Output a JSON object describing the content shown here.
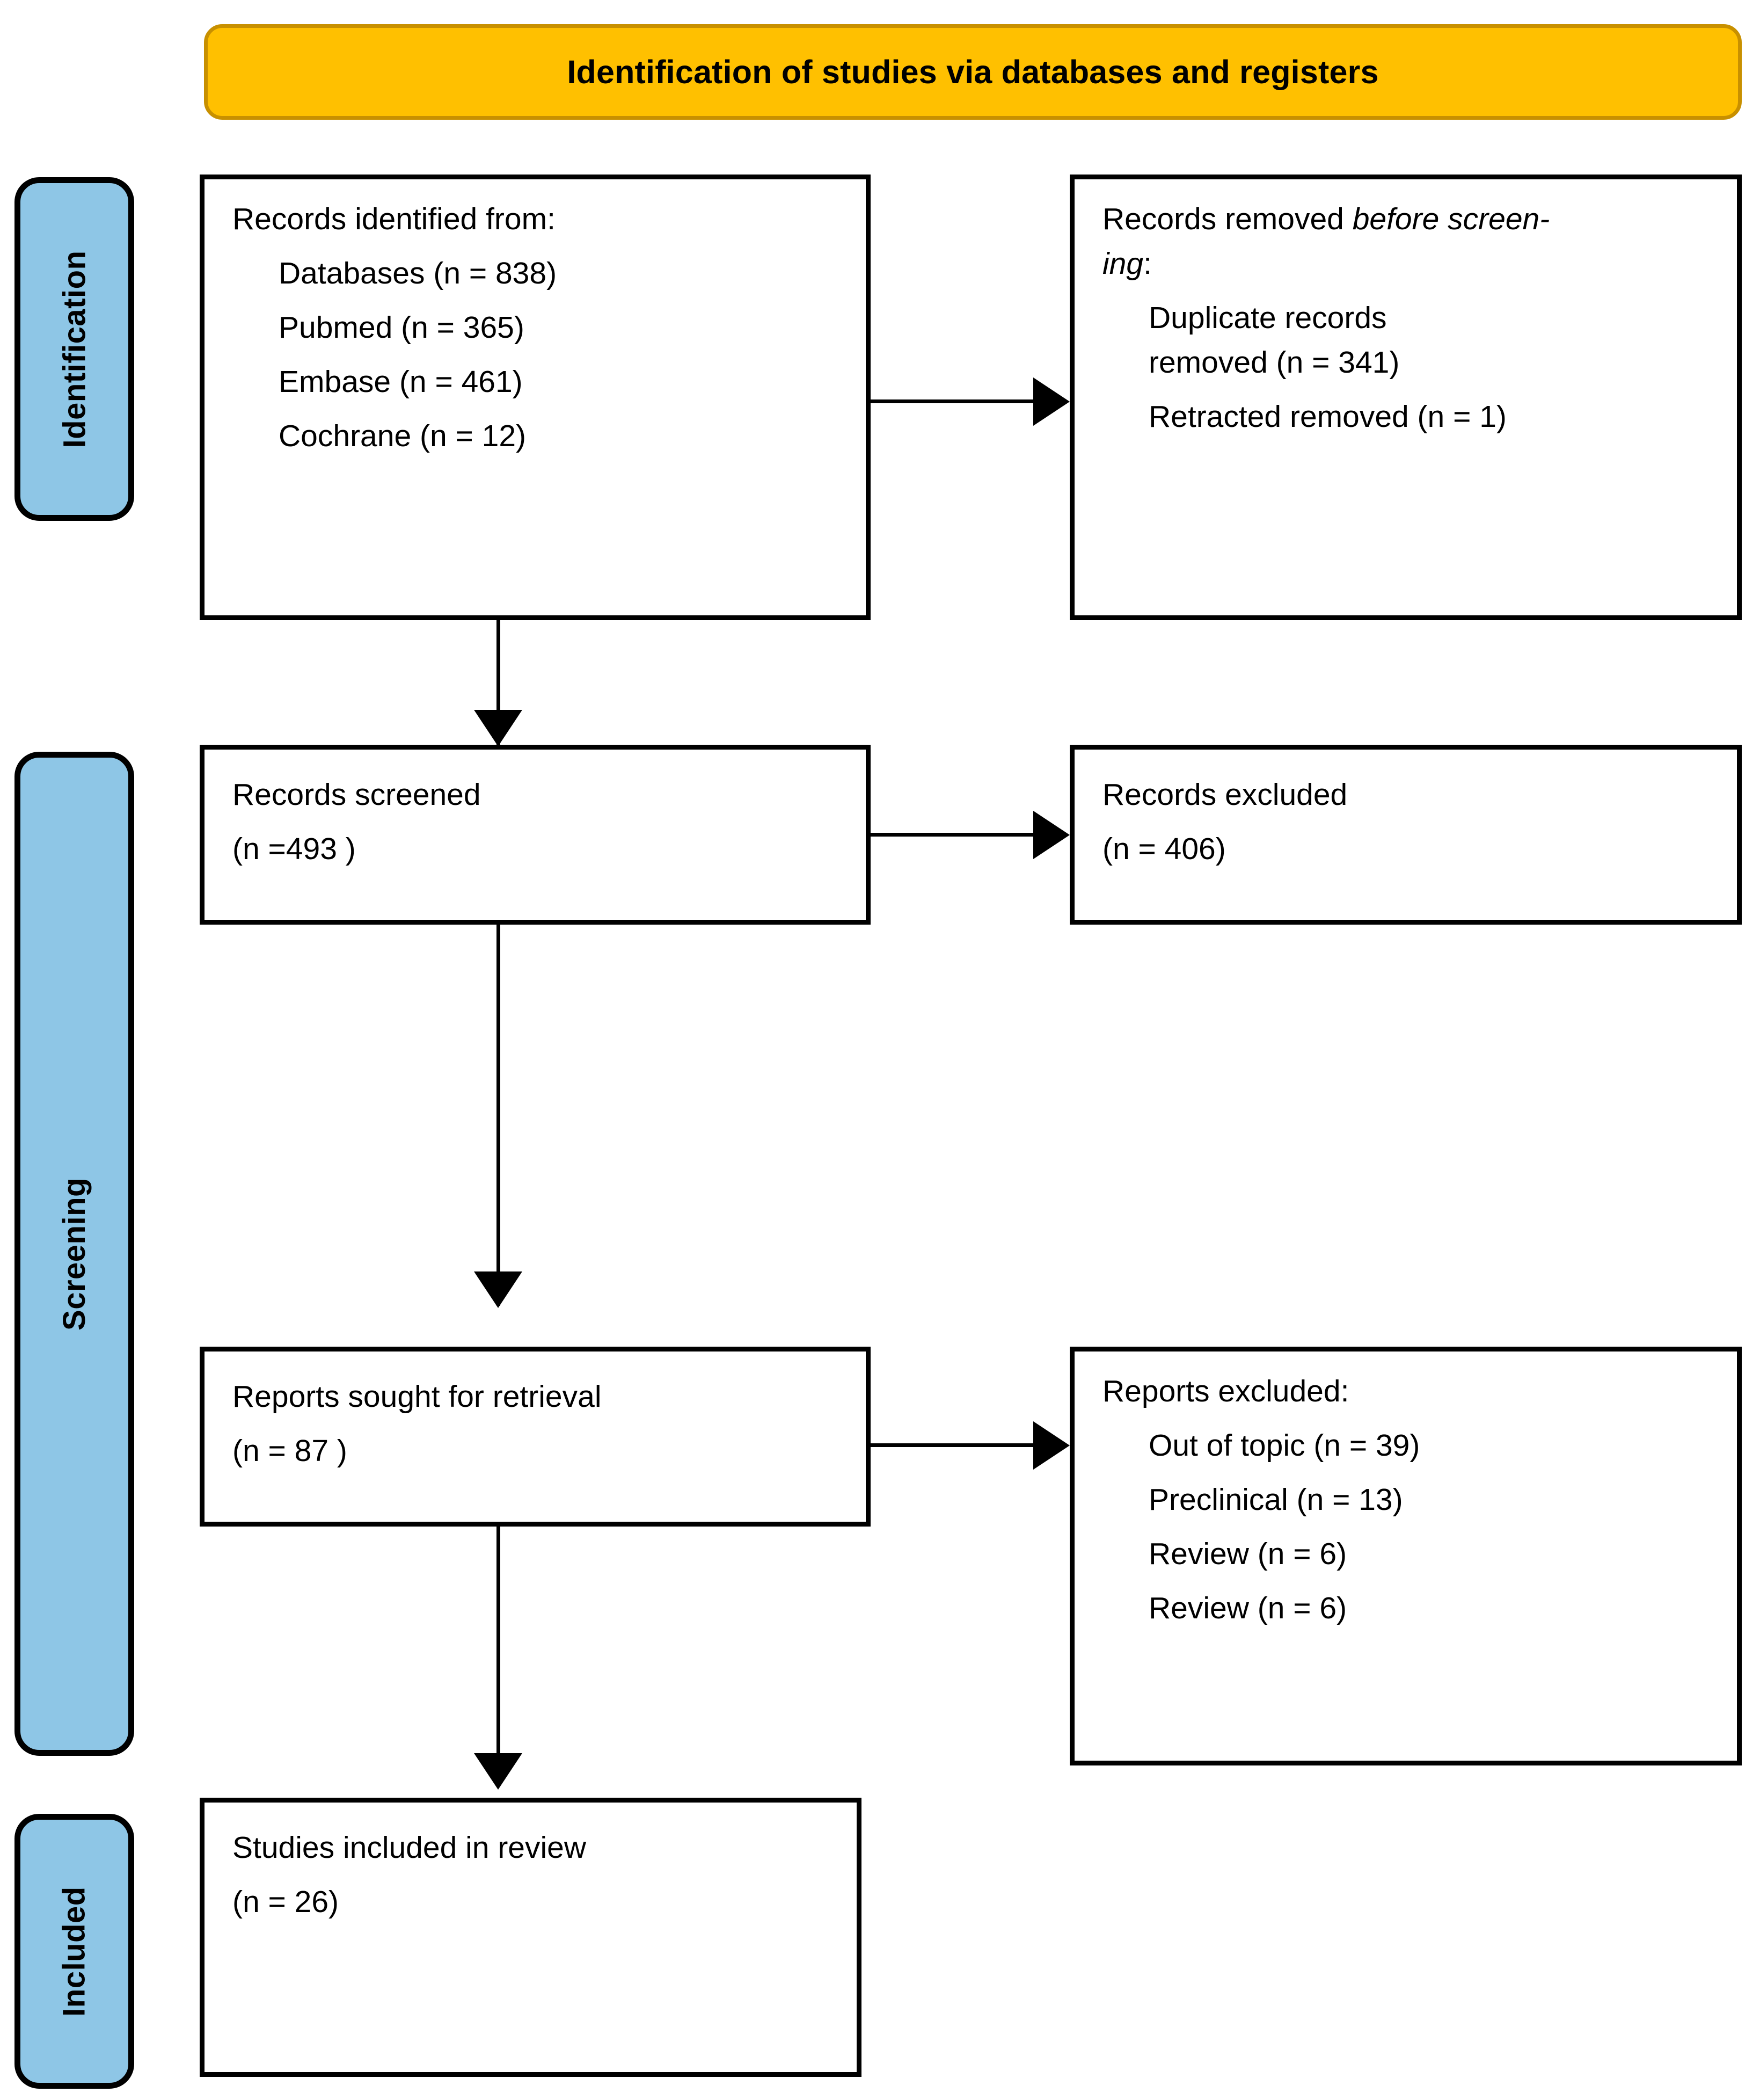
{
  "banner": {
    "title": "Identification of studies via databases and registers"
  },
  "stages": [
    {
      "key": "identification",
      "label": "Identification"
    },
    {
      "key": "screening",
      "label": "Screening"
    },
    {
      "key": "included",
      "label": "Included"
    }
  ],
  "boxes": {
    "records_identified": {
      "heading": "Records identified from:",
      "items": [
        "Databases (n = 838)",
        "Pubmed (n = 365)",
        "Embase (n = 461)",
        "Cochrane (n = 12)"
      ]
    },
    "records_removed": {
      "heading_prefix": "Records removed ",
      "heading_italic_1": "before screen-",
      "heading_italic_2": "ing",
      "heading_suffix": ":",
      "items": [
        "Duplicate records",
        "removed (n = 341)",
        "Retracted removed (n = 1)"
      ]
    },
    "records_screened": {
      "heading": "Records screened",
      "count": "(n =493 )"
    },
    "records_excluded": {
      "heading": "Records excluded",
      "count": "(n = 406)"
    },
    "reports_sought": {
      "heading": "Reports sought for retrieval",
      "count": "(n = 87 )"
    },
    "reports_excluded": {
      "heading": "Reports excluded:",
      "items": [
        "Out of topic (n = 39)",
        "Preclinical (n = 13)",
        "Review (n = 6)",
        "Review (n = 6)"
      ]
    },
    "studies_included": {
      "heading": "Studies included in review",
      "count": "(n = 26)"
    }
  },
  "colors": {
    "banner_fill": "#FFC000",
    "banner_border": "#C89000",
    "stage_tab_fill": "#8EC6E6",
    "box_border": "#000000",
    "text": "#000000"
  },
  "chart_data": {
    "type": "diagram",
    "title": "Identification of studies via databases and registers",
    "nodes": [
      {
        "id": "records_identified",
        "stage": "Identification",
        "label": "Records identified from:",
        "values": {
          "Databases": 838,
          "Pubmed": 365,
          "Embase": 461,
          "Cochrane": 12
        }
      },
      {
        "id": "records_removed",
        "stage": "Identification",
        "label": "Records removed before screening:",
        "values": {
          "Duplicate records removed": 341,
          "Retracted removed": 1
        }
      },
      {
        "id": "records_screened",
        "stage": "Screening",
        "label": "Records screened",
        "values": {
          "n": 493
        }
      },
      {
        "id": "records_excluded",
        "stage": "Screening",
        "label": "Records excluded",
        "values": {
          "n": 406
        }
      },
      {
        "id": "reports_sought",
        "stage": "Screening",
        "label": "Reports sought for retrieval",
        "values": {
          "n": 87
        }
      },
      {
        "id": "reports_excluded",
        "stage": "Screening",
        "label": "Reports excluded:",
        "values": {
          "Out of topic": 39,
          "Preclinical": 13,
          "Review": 6,
          "Review ": 6
        }
      },
      {
        "id": "studies_included",
        "stage": "Included",
        "label": "Studies included in review",
        "values": {
          "n": 26
        }
      }
    ],
    "edges": [
      {
        "from": "records_identified",
        "to": "records_removed",
        "direction": "right"
      },
      {
        "from": "records_identified",
        "to": "records_screened",
        "direction": "down"
      },
      {
        "from": "records_screened",
        "to": "records_excluded",
        "direction": "right"
      },
      {
        "from": "records_screened",
        "to": "reports_sought",
        "direction": "down"
      },
      {
        "from": "reports_sought",
        "to": "reports_excluded",
        "direction": "right"
      },
      {
        "from": "reports_sought",
        "to": "studies_included",
        "direction": "down"
      }
    ]
  }
}
